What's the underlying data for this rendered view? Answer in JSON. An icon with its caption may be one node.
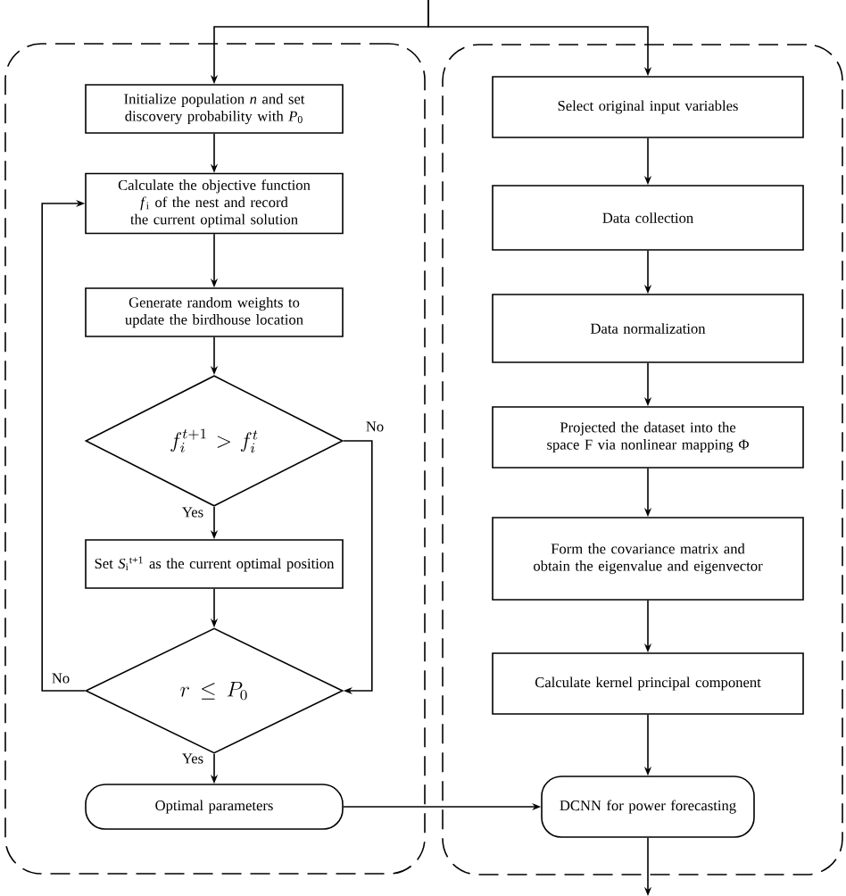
{
  "diagram": {
    "nodes": [
      {
        "text": [],
        "shape": "box"
      },
      {
        "text": [],
        "shape": "box"
      },
      {
        "text": [
          "Initialize population *n* and set discovery probability with *P*$_{0}$"
        ],
        "in": 0
      },
      {
        "text": [
          "Calculate the objective function *f*$_{i}$ of the nest and record the current optimal solution"
        ],
        "in": 0
      },
      {
        "text": [
          "Generate random weights to update the birdhouse location"
        ],
        "in": 0
      },
      {
        "text": [
          "f_i^{t+1} > f_i^{t}"
        ],
        "in": 0
      },
      {
        "text": [
          "Set *S*$_{i}$$^{t+1}$ as the current optimal position"
        ],
        "in": 0
      },
      {
        "text": [
          "r \\leq P_0"
        ],
        "in": 0
      },
      {
        "text": [
          "Optimal  parameters"
        ],
        "in": 0
      },
      {
        "text": [
          "Select original  input variables"
        ],
        "in": 1
      },
      {
        "text": [
          "Data collection"
        ],
        "in": 1
      },
      {
        "text": [
          "Data  normalization"
        ],
        "in": 1
      },
      {
        "text": [
          "Projected  the dataset into the space F via nonlinear mapping Φ"
        ],
        "in": 1
      },
      {
        "text": [
          "Form the covariance matrix and obtain the eigenvalue and eigenvector"
        ],
        "in": 1
      },
      {
        "text": [
          "Calculate kernel principal component"
        ],
        "in": 1
      },
      {
        "text": [
          "DCNN for power forecasting"
        ],
        "in": 1
      }
    ],
    "edges": [
      {
        "from": null,
        "to": 2,
        "arrow": "to"
      },
      {
        "from": null,
        "to": 9,
        "arrow": "to"
      },
      {
        "from": 2,
        "to": 3,
        "arrow": "to"
      },
      {
        "from": 3,
        "to": 4,
        "arrow": "to"
      },
      {
        "from": 4,
        "to": 5,
        "arrow": "to"
      },
      {
        "from": 5,
        "to": 6,
        "arrow": "to",
        "label": "Yes"
      },
      {
        "from": 5,
        "to": 7,
        "arrow": "to",
        "label": "No"
      },
      {
        "from": 6,
        "to": 7,
        "arrow": "to"
      },
      {
        "from": 7,
        "to": 3,
        "arrow": "to",
        "label": "No"
      },
      {
        "from": 7,
        "to": 8,
        "arrow": "to",
        "label": "Yes"
      },
      {
        "from": 8,
        "to": 15,
        "arrow": "to"
      },
      {
        "from": 9,
        "to": 10,
        "arrow": "to"
      },
      {
        "from": 10,
        "to": 11,
        "arrow": "to"
      },
      {
        "from": 11,
        "to": 12,
        "arrow": "to"
      },
      {
        "from": 12,
        "to": 13,
        "arrow": "to"
      },
      {
        "from": 13,
        "to": 14,
        "arrow": "to"
      },
      {
        "from": 14,
        "to": 15,
        "arrow": "to"
      },
      {
        "from": 15,
        "to": null,
        "arrow": "to"
      }
    ]
  }
}
